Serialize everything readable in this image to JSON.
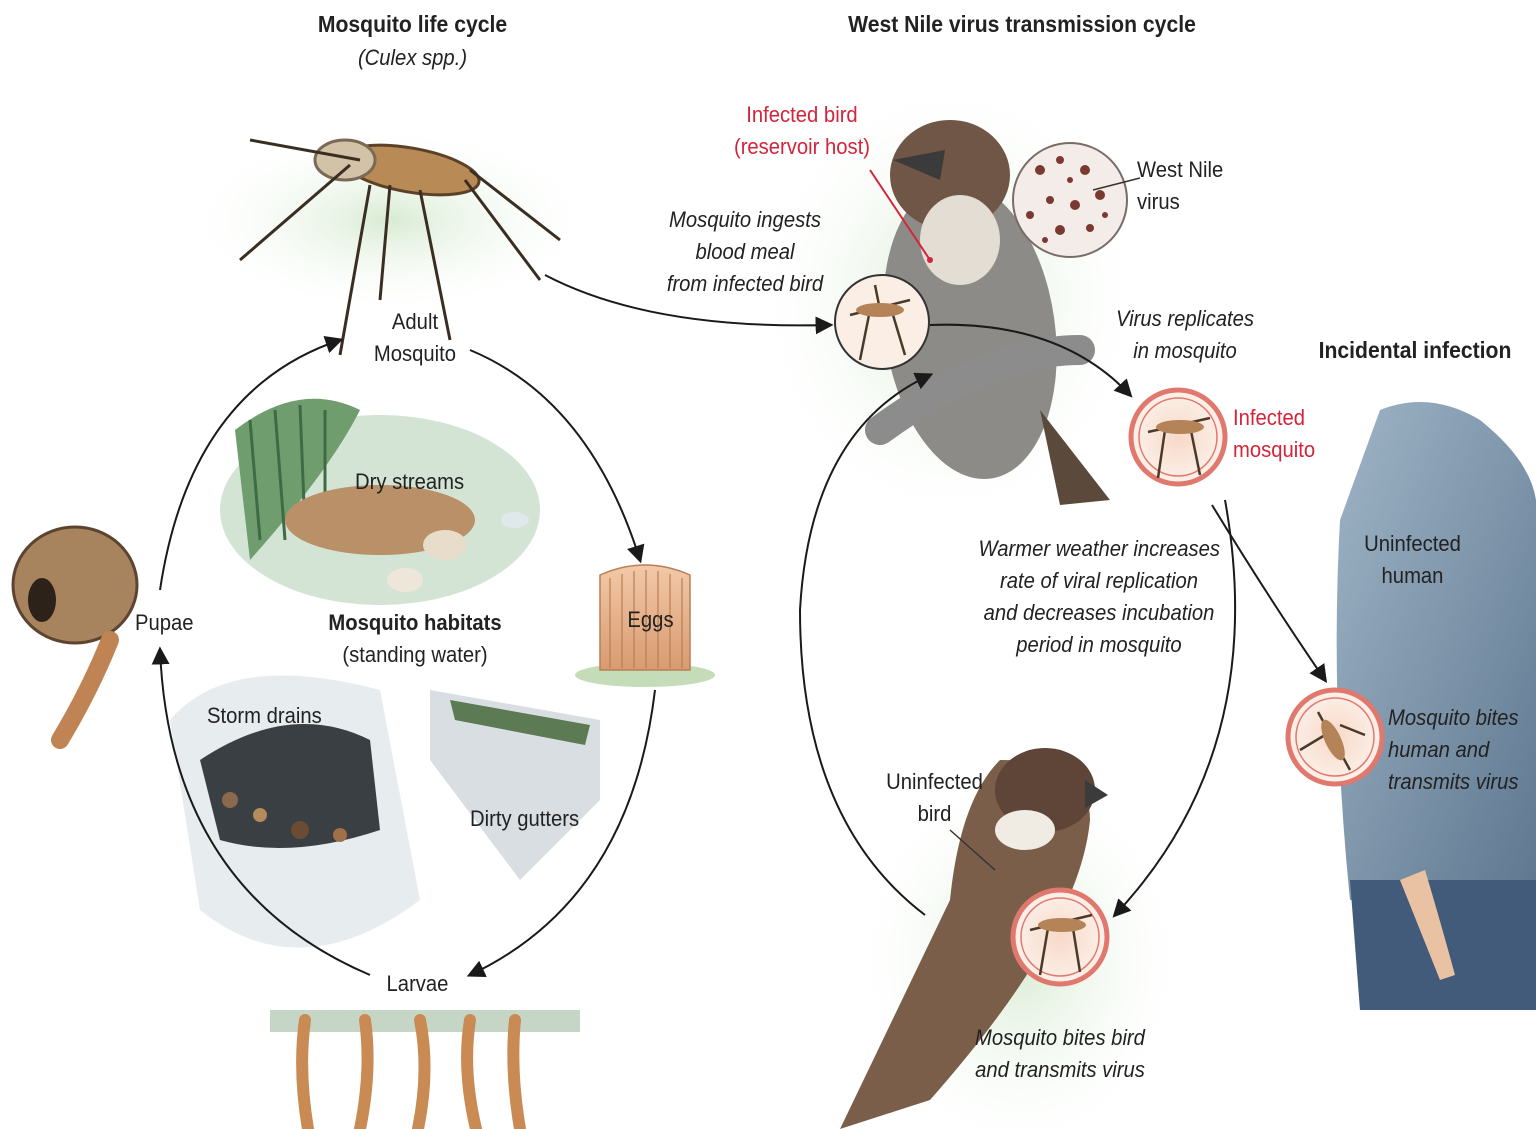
{
  "life_cycle": {
    "title": "Mosquito life cycle",
    "subtitle": "(Culex spp.)",
    "adult_line1": "Adult",
    "adult_line2": "Mosquito",
    "eggs": "Eggs",
    "larvae": "Larvae",
    "pupae": "Pupae",
    "dry_streams": "Dry streams",
    "habitats_title": "Mosquito habitats",
    "habitats_subtitle": "(standing water)",
    "storm_drains": "Storm drains",
    "dirty_gutters": "Dirty gutters"
  },
  "transmission": {
    "title": "West Nile virus transmission cycle",
    "infected_bird_line1": "Infected bird",
    "infected_bird_line2": "(reservoir host)",
    "virus_line1": "West Nile",
    "virus_line2": "virus",
    "ingests_line1": "Mosquito ingests",
    "ingests_line2": "blood meal",
    "ingests_line3": "from infected bird",
    "replicates_line1": "Virus replicates",
    "replicates_line2": "in mosquito",
    "infected_mosquito_line1": "Infected",
    "infected_mosquito_line2": "mosquito",
    "warmer_line1": "Warmer weather increases",
    "warmer_line2": "rate of viral replication",
    "warmer_line3": "and decreases incubation",
    "warmer_line4": "period in mosquito",
    "uninfected_bird_line1": "Uninfected",
    "uninfected_bird_line2": "bird",
    "bites_bird_line1": "Mosquito bites bird",
    "bites_bird_line2": "and transmits virus"
  },
  "incidental": {
    "title": "Incidental infection",
    "uninfected_human_line1": "Uninfected",
    "uninfected_human_line2": "human",
    "bites_human_line1": "Mosquito bites",
    "bites_human_line2": "human and",
    "bites_human_line3": "transmits virus"
  },
  "colors": {
    "infected_red": "#d4243a",
    "ring_red": "#e0786e",
    "arrow": "#1a1a1a",
    "green_wash": "#dfeed5"
  }
}
